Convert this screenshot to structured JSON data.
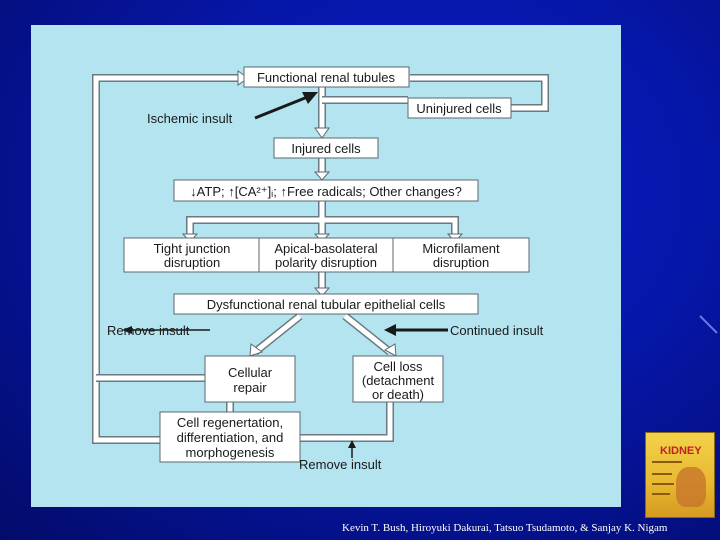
{
  "diagram": {
    "functional_tubules": "Functional renal tubules",
    "ischemic_insult": "Ischemic insult",
    "uninjured_cells": "Uninjured cells",
    "injured_cells": "Injured cells",
    "changes": "↓ATP; ↑[CA²⁺]ᵢ; ↑Free radicals; Other changes?",
    "tight_junction_1": "Tight junction",
    "tight_junction_2": "disruption",
    "apical_1": "Apical-basolateral",
    "apical_2": "polarity disruption",
    "microfilament_1": "Microfilament",
    "microfilament_2": "disruption",
    "dysfunctional": "Dysfunctional renal tubular epithelial cells",
    "remove_insult_1": "Remove insult",
    "continued_insult": "Continued insult",
    "cellular_repair_1": "Cellular",
    "cellular_repair_2": "repair",
    "cell_loss_1": "Cell loss",
    "cell_loss_2": "(detachment",
    "cell_loss_3": "or death)",
    "regen_1": "Cell regenertation,",
    "regen_2": "differentiation, and",
    "regen_3": "morphogenesis",
    "remove_insult_2": "Remove insult"
  },
  "book": {
    "title": "KIDNEY"
  },
  "credit": "Kevin T. Bush, Hiroyuki Dakurai, Tatsuo Tsudamoto, & Sanjay K. Nigam"
}
